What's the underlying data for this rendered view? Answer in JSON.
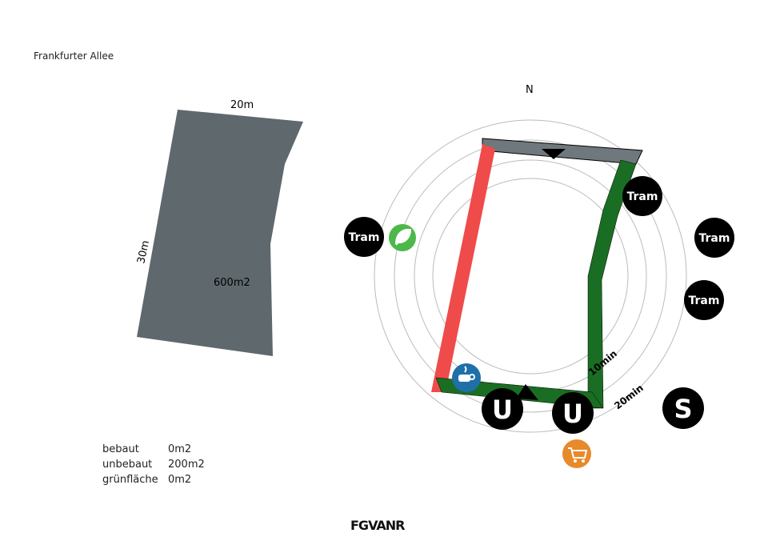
{
  "title": "Frankfurter Allee",
  "plot": {
    "width": "20m",
    "depth": "30m",
    "area": "600m2"
  },
  "stats": [
    {
      "label": "bebaut",
      "value": "0m2"
    },
    {
      "label": "unbebaut",
      "value": "200m2"
    },
    {
      "label": "grünfläche",
      "value": "0m2"
    }
  ],
  "compass": "N",
  "rings": {
    "ten": "10min",
    "twenty": "20min"
  },
  "stops": {
    "tram": "Tram",
    "ubahn": "U",
    "sbahn": "S"
  },
  "logo": "FGVANR",
  "colors": {
    "plot": "#5f686d",
    "red": "#ef4b4b",
    "green": "#1a6e23",
    "grey": "#6f787c",
    "blue": "#1f6fa8",
    "orange": "#e8892a",
    "leaf": "#4cb84a"
  }
}
